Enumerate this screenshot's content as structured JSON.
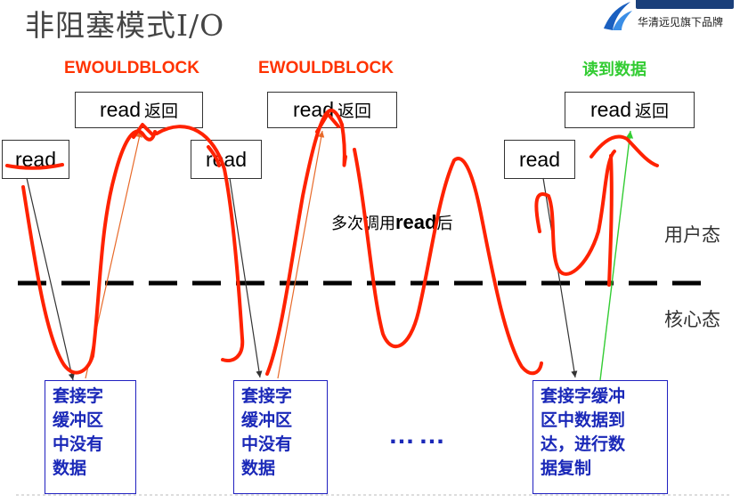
{
  "title": "非阻塞模式I/O",
  "logo": {
    "tagline": "华清远见旗下品牌"
  },
  "labels": {
    "ewouldblock_1": "EWOULDBLOCK",
    "ewouldblock_2": "EWOULDBLOCK",
    "data_read": "读到数据"
  },
  "return_boxes": [
    {
      "word": "read",
      "cn": "返回"
    },
    {
      "word": "read",
      "cn": "返回"
    },
    {
      "word": "read",
      "cn": "返回"
    }
  ],
  "read_boxes": [
    "read",
    "read",
    "read"
  ],
  "middle_note": {
    "prefix": "多次调用",
    "bold": "read",
    "suffix": "后"
  },
  "spaces": {
    "user": "用户态",
    "kernel": "核心态"
  },
  "kernel_boxes": [
    {
      "lines": [
        "套接字",
        "缓冲区",
        "中没有",
        "数据"
      ]
    },
    {
      "lines": [
        "套接字",
        "缓冲区",
        "中没有",
        "数据"
      ]
    },
    {
      "lines": [
        "套接字缓冲",
        "区中数据到",
        "达，进行数",
        "据复制"
      ]
    }
  ],
  "ellipsis": "……",
  "colors": {
    "annotation_red": "#ff2200",
    "label_red": "#ff3300",
    "label_green": "#33cc33",
    "kernel_blue": "#1a28b8",
    "divider": "#000000"
  }
}
